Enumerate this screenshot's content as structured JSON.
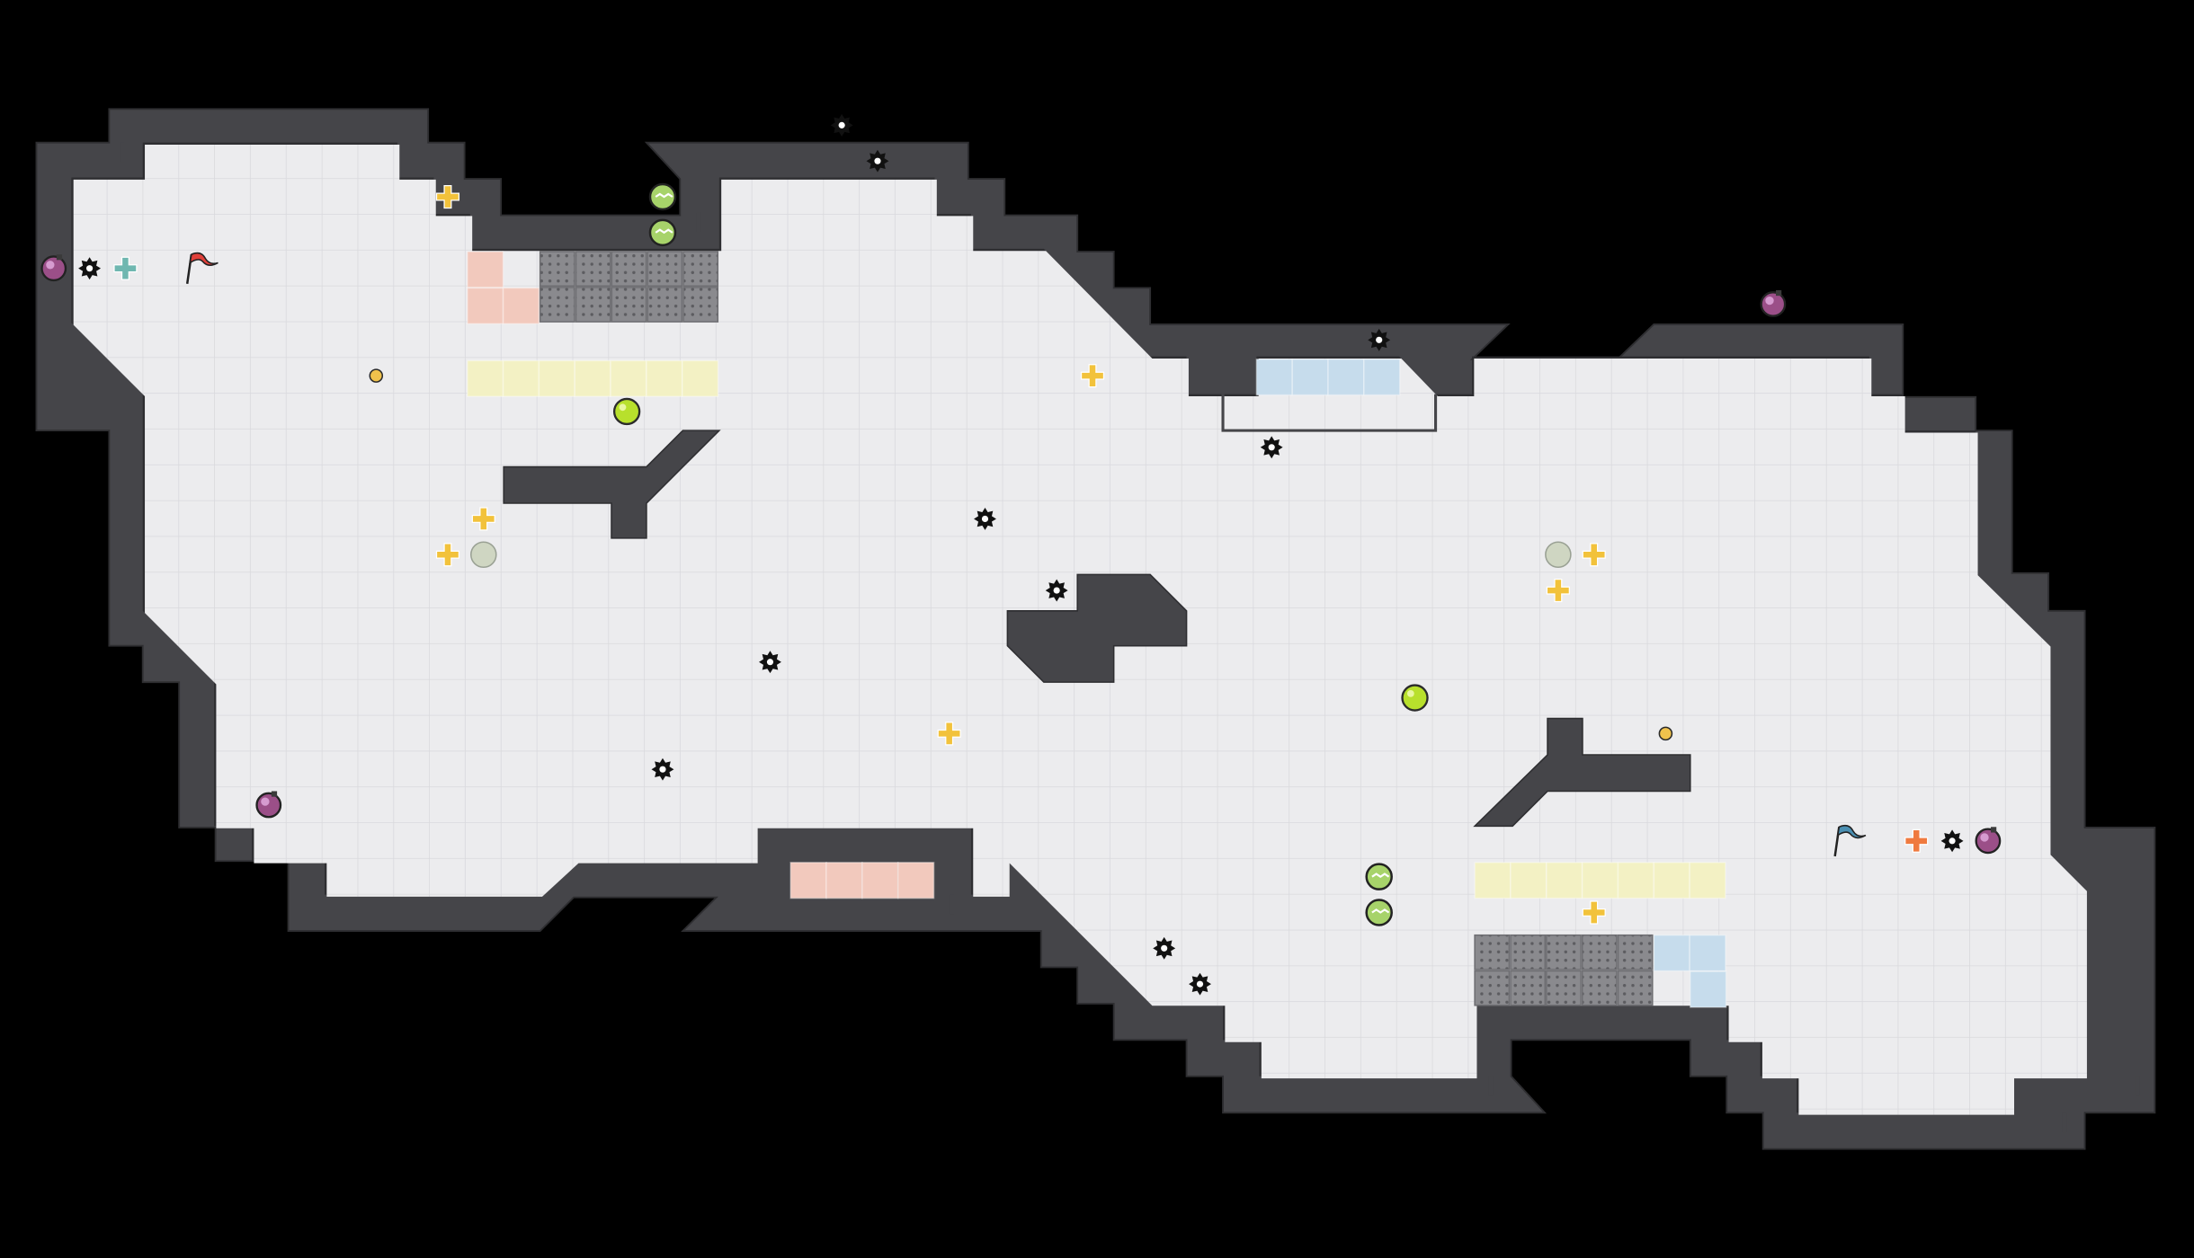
{
  "level": {
    "rows": 33,
    "cols": 59,
    "cell": 25.6,
    "colors": {
      "background": "#000000",
      "floor": "#ececee",
      "grid": "#d9d9dd",
      "wall": "#454549",
      "wall_edge": "#2e2e31",
      "pad_salmon": "#f2c9bd",
      "pad_yellow": "#f3f1c4",
      "pad_blue": "#c6dcec",
      "grate": "#8a8a8e",
      "plus_yellow": "#f2c23b",
      "plus_teal": "#6fb7b0",
      "plus_orange": "#ef7a3f",
      "orb_green": "#b8e02c",
      "mine": "#111111",
      "potion": "#9b4f88",
      "coin": "#f0c24c",
      "flag_red": "#e0403a",
      "flag_blue": "#4a8fb2"
    },
    "entities": [
      {
        "name": "potion-icon",
        "kind": "potion",
        "c": 1.5,
        "r": 7.5
      },
      {
        "name": "mine-icon",
        "kind": "mine",
        "c": 2.5,
        "r": 7.5
      },
      {
        "name": "plus-teal-icon",
        "kind": "plus_teal",
        "c": 3.5,
        "r": 7.5
      },
      {
        "name": "red-flag-icon",
        "kind": "flag_red",
        "c": 5.5,
        "r": 7.5
      },
      {
        "name": "plus-yellow-icon",
        "kind": "plus_yellow",
        "c": 12.5,
        "r": 5.5
      },
      {
        "name": "switch-orb-icon",
        "kind": "switch",
        "c": 18.5,
        "r": 5.5
      },
      {
        "name": "switch-orb-icon",
        "kind": "switch",
        "c": 18.5,
        "r": 6.5
      },
      {
        "name": "mine-icon",
        "kind": "mine",
        "c": 23.5,
        "r": 3.5
      },
      {
        "name": "mine-icon",
        "kind": "mine",
        "c": 24.5,
        "r": 4.5
      },
      {
        "name": "coin-icon",
        "kind": "coin",
        "c": 10.5,
        "r": 10.5
      },
      {
        "name": "green-orb-icon",
        "kind": "orb",
        "c": 17.5,
        "r": 11.5
      },
      {
        "name": "plus-yellow-icon",
        "kind": "plus_yellow",
        "c": 13.5,
        "r": 14.5
      },
      {
        "name": "plus-yellow-icon",
        "kind": "plus_yellow",
        "c": 12.5,
        "r": 15.5
      },
      {
        "name": "faded-orb-icon",
        "kind": "orb_faded",
        "c": 13.5,
        "r": 15.5
      },
      {
        "name": "plus-yellow-icon",
        "kind": "plus_yellow",
        "c": 30.5,
        "r": 10.5
      },
      {
        "name": "mine-icon",
        "kind": "mine",
        "c": 38.5,
        "r": 9.5
      },
      {
        "name": "mine-icon",
        "kind": "mine",
        "c": 35.5,
        "r": 12.5
      },
      {
        "name": "mine-icon",
        "kind": "mine",
        "c": 27.5,
        "r": 14.5
      },
      {
        "name": "mine-icon",
        "kind": "mine",
        "c": 29.5,
        "r": 16.5
      },
      {
        "name": "mine-icon",
        "kind": "mine",
        "c": 21.5,
        "r": 18.5
      },
      {
        "name": "plus-yellow-icon",
        "kind": "plus_yellow",
        "c": 26.5,
        "r": 20.5
      },
      {
        "name": "mine-icon",
        "kind": "mine",
        "c": 18.5,
        "r": 21.5
      },
      {
        "name": "potion-icon",
        "kind": "potion",
        "c": 7.5,
        "r": 22.5
      },
      {
        "name": "potion-icon",
        "kind": "potion",
        "c": 49.5,
        "r": 8.5
      },
      {
        "name": "faded-orb-icon",
        "kind": "orb_faded",
        "c": 43.5,
        "r": 15.5
      },
      {
        "name": "plus-yellow-icon",
        "kind": "plus_yellow",
        "c": 44.5,
        "r": 15.5
      },
      {
        "name": "plus-yellow-icon",
        "kind": "plus_yellow",
        "c": 43.5,
        "r": 16.5
      },
      {
        "name": "green-orb-icon",
        "kind": "orb",
        "c": 39.5,
        "r": 19.5
      },
      {
        "name": "coin-icon",
        "kind": "coin",
        "c": 46.5,
        "r": 20.5
      },
      {
        "name": "blue-flag-icon",
        "kind": "flag_blue",
        "c": 51.5,
        "r": 23.5
      },
      {
        "name": "plus-orange-icon",
        "kind": "plus_orange",
        "c": 53.5,
        "r": 23.5
      },
      {
        "name": "mine-icon",
        "kind": "mine",
        "c": 54.5,
        "r": 23.5
      },
      {
        "name": "potion-icon",
        "kind": "potion",
        "c": 55.5,
        "r": 23.5
      },
      {
        "name": "switch-orb-icon",
        "kind": "switch",
        "c": 38.5,
        "r": 24.5
      },
      {
        "name": "switch-orb-icon",
        "kind": "switch",
        "c": 38.5,
        "r": 25.5
      },
      {
        "name": "plus-yellow-icon",
        "kind": "plus_yellow",
        "c": 44.5,
        "r": 25.5
      },
      {
        "name": "mine-icon",
        "kind": "mine",
        "c": 32.5,
        "r": 26.5
      },
      {
        "name": "mine-icon",
        "kind": "mine",
        "c": 33.5,
        "r": 27.5
      }
    ]
  }
}
